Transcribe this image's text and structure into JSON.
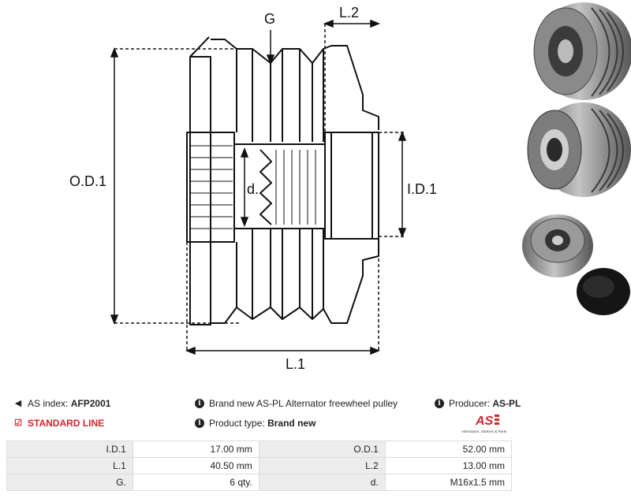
{
  "dimension_labels": {
    "g": "G",
    "l2": "L.2",
    "od1": "O.D.1",
    "d": "d.",
    "id1": "I.D.1",
    "l1": "L.1"
  },
  "info": {
    "as_index_label": "AS index:",
    "as_index_value": "AFP2001",
    "line_label": "STANDARD LINE",
    "description": "Brand new AS-PL Alternator freewheel pulley",
    "product_type_label": "Product type:",
    "product_type_value": "Brand new",
    "producer_label": "Producer:",
    "producer_value": "AS-PL",
    "logo_text": "AS",
    "logo_tagline": "Alternators, Starters & Parts"
  },
  "specs": [
    {
      "label_a": "I.D.1",
      "value_a": "17.00 mm",
      "label_b": "O.D.1",
      "value_b": "52.00 mm"
    },
    {
      "label_a": "L.1",
      "value_a": "40.50 mm",
      "label_b": "L.2",
      "value_b": "13.00 mm"
    },
    {
      "label_a": "G.",
      "value_a": "6 qty.",
      "label_b": "d.",
      "value_b": "M16x1.5 mm"
    }
  ],
  "colors": {
    "accent_red": "#d8232a",
    "label_bg": "#ececec"
  }
}
